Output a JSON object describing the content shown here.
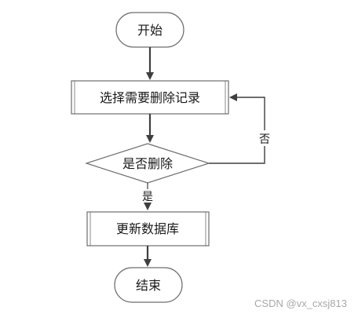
{
  "flowchart": {
    "start": "开始",
    "select_step": "选择需要删除记录",
    "decision": "是否删除",
    "update_step": "更新数据库",
    "end": "结束",
    "yes_label": "是",
    "no_label": "否"
  },
  "watermark": "CSDN @vx_cxsj813",
  "colors": {
    "shape_fill": "#ffffff",
    "shape_stroke": "#6d6d6d",
    "arrow": "#3f3f3f",
    "text": "#1a1a1a",
    "watermark": "#a8a8a8"
  }
}
